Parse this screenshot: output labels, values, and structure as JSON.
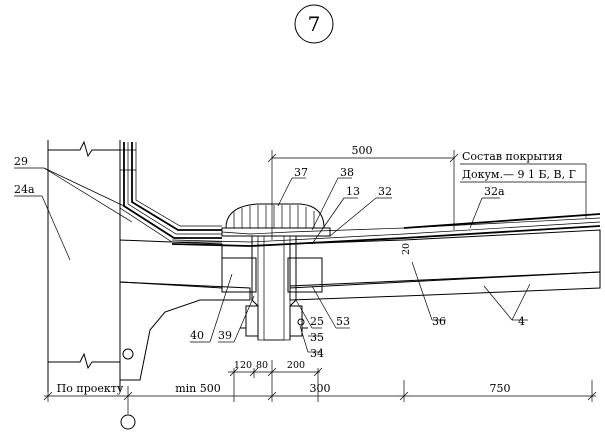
{
  "sheet": {
    "number": "7"
  },
  "callouts": {
    "c29": "29",
    "c24a": "24а",
    "c37": "37",
    "c38": "38",
    "c13": "13",
    "c32": "32",
    "c32a": "32а",
    "c40": "40",
    "c39": "39",
    "c25": "25",
    "c53": "53",
    "c35": "35",
    "c34": "34",
    "c36": "36",
    "c4": "4"
  },
  "note": {
    "line1": "Состав покрытия",
    "line2": "Докум.— 9 1 Б, В, Г"
  },
  "dimensions": {
    "top_500": "500",
    "d_120": "120",
    "d_80": "80",
    "d_200": "200",
    "d_min500": "min 500",
    "d_300": "300",
    "d_750": "750",
    "po_proektu": "По проекту",
    "small_20": "20"
  },
  "colors": {
    "ink": "#000000",
    "paper": "#ffffff"
  }
}
